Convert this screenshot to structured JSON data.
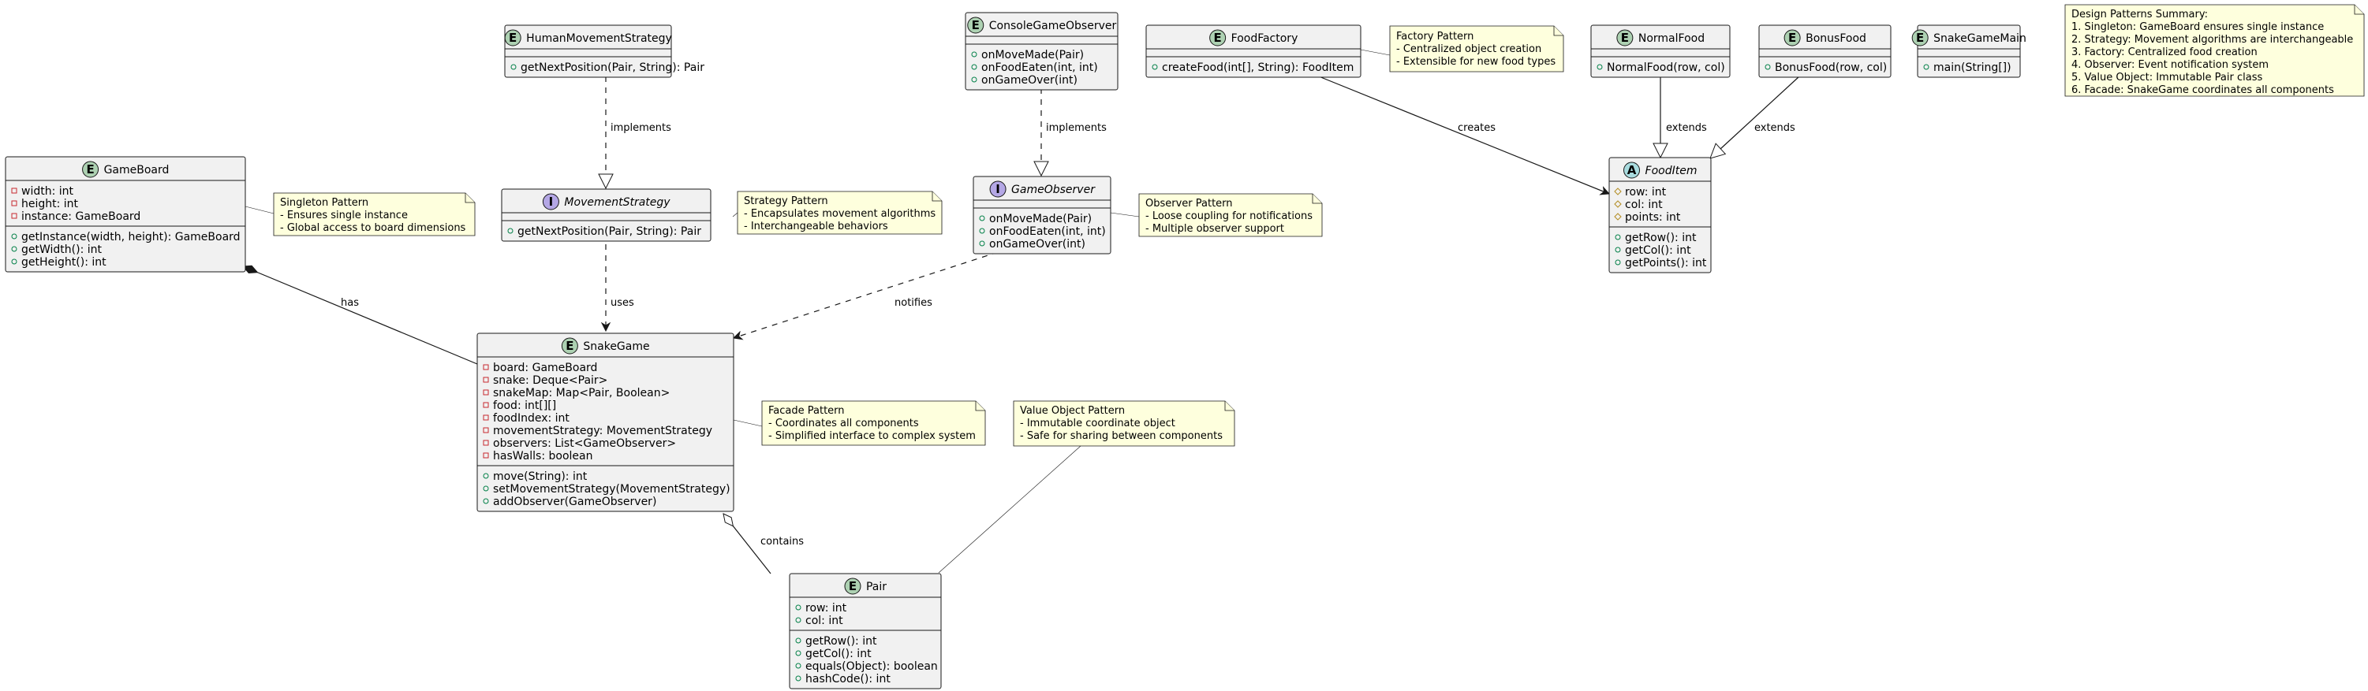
{
  "classes": {
    "human_movement_strategy": {
      "name": "HumanMovementStrategy",
      "stereotype": "E",
      "italic": false,
      "fields": [],
      "methods": [
        {
          "vis": "+",
          "text": "getNextPosition(Pair, String): Pair"
        }
      ]
    },
    "console_game_observer": {
      "name": "ConsoleGameObserver",
      "stereotype": "E",
      "italic": false,
      "fields": [],
      "methods": [
        {
          "vis": "+",
          "text": "onMoveMade(Pair)"
        },
        {
          "vis": "+",
          "text": "onFoodEaten(int, int)"
        },
        {
          "vis": "+",
          "text": "onGameOver(int)"
        }
      ]
    },
    "food_factory": {
      "name": "FoodFactory",
      "stereotype": "E",
      "italic": false,
      "fields": [],
      "methods": [
        {
          "vis": "+",
          "text": "createFood(int[], String): FoodItem"
        }
      ]
    },
    "normal_food": {
      "name": "NormalFood",
      "stereotype": "E",
      "italic": false,
      "fields": [],
      "methods": [
        {
          "vis": "+",
          "text": "NormalFood(row, col)"
        }
      ]
    },
    "bonus_food": {
      "name": "BonusFood",
      "stereotype": "E",
      "italic": false,
      "fields": [],
      "methods": [
        {
          "vis": "+",
          "text": "BonusFood(row, col)"
        }
      ]
    },
    "snake_game_main": {
      "name": "SnakeGameMain",
      "stereotype": "E",
      "italic": false,
      "fields": [],
      "methods": [
        {
          "vis": "+",
          "text": "main(String[])"
        }
      ]
    },
    "game_board": {
      "name": "GameBoard",
      "stereotype": "E",
      "italic": false,
      "fields": [
        {
          "vis": "-",
          "text": "width: int"
        },
        {
          "vis": "-",
          "text": "height: int"
        },
        {
          "vis": "-",
          "text": "instance: GameBoard"
        }
      ],
      "methods": [
        {
          "vis": "+",
          "text": "getInstance(width, height): GameBoard"
        },
        {
          "vis": "+",
          "text": "getWidth(): int"
        },
        {
          "vis": "+",
          "text": "getHeight(): int"
        }
      ]
    },
    "movement_strategy": {
      "name": "MovementStrategy",
      "stereotype": "I",
      "italic": true,
      "fields": [],
      "methods": [
        {
          "vis": "+",
          "text": "getNextPosition(Pair, String): Pair"
        }
      ]
    },
    "game_observer": {
      "name": "GameObserver",
      "stereotype": "I",
      "italic": true,
      "fields": [],
      "methods": [
        {
          "vis": "+",
          "text": "onMoveMade(Pair)"
        },
        {
          "vis": "+",
          "text": "onFoodEaten(int, int)"
        },
        {
          "vis": "+",
          "text": "onGameOver(int)"
        }
      ]
    },
    "food_item": {
      "name": "FoodItem",
      "stereotype": "A",
      "italic": true,
      "fields": [
        {
          "vis": "#",
          "text": "row: int"
        },
        {
          "vis": "#",
          "text": "col: int"
        },
        {
          "vis": "#",
          "text": "points: int"
        }
      ],
      "methods": [
        {
          "vis": "+",
          "text": "getRow(): int"
        },
        {
          "vis": "+",
          "text": "getCol(): int"
        },
        {
          "vis": "+",
          "text": "getPoints(): int"
        }
      ]
    },
    "snake_game": {
      "name": "SnakeGame",
      "stereotype": "E",
      "italic": false,
      "fields": [
        {
          "vis": "-",
          "text": "board: GameBoard"
        },
        {
          "vis": "-",
          "text": "snake: Deque<Pair>"
        },
        {
          "vis": "-",
          "text": "snakeMap: Map<Pair, Boolean>"
        },
        {
          "vis": "-",
          "text": "food: int[][]"
        },
        {
          "vis": "-",
          "text": "foodIndex: int"
        },
        {
          "vis": "-",
          "text": "movementStrategy: MovementStrategy"
        },
        {
          "vis": "-",
          "text": "observers: List<GameObserver>"
        },
        {
          "vis": "-",
          "text": "hasWalls: boolean"
        }
      ],
      "methods": [
        {
          "vis": "+",
          "text": "move(String): int"
        },
        {
          "vis": "+",
          "text": "setMovementStrategy(MovementStrategy)"
        },
        {
          "vis": "+",
          "text": "addObserver(GameObserver)"
        }
      ]
    },
    "pair": {
      "name": "Pair",
      "stereotype": "E",
      "italic": false,
      "fields": [
        {
          "vis": "+",
          "text": "row: int"
        },
        {
          "vis": "+",
          "text": "col: int"
        }
      ],
      "methods": [
        {
          "vis": "+",
          "text": "getRow(): int"
        },
        {
          "vis": "+",
          "text": "getCol(): int"
        },
        {
          "vis": "+",
          "text": "equals(Object): boolean"
        },
        {
          "vis": "+",
          "text": "hashCode(): int"
        }
      ]
    }
  },
  "notes": {
    "factory": [
      "Factory Pattern",
      "- Centralized object creation",
      "- Extensible for new food types"
    ],
    "summary": [
      "Design Patterns Summary:",
      "1. Singleton: GameBoard ensures single instance",
      "2. Strategy: Movement algorithms are interchangeable",
      "3. Factory: Centralized food creation",
      "4. Observer: Event notification system",
      "5. Value Object: Immutable Pair class",
      "6. Facade: SnakeGame coordinates all components"
    ],
    "singleton": [
      "Singleton Pattern",
      "- Ensures single instance",
      "- Global access to board dimensions"
    ],
    "strategy": [
      "Strategy Pattern",
      "- Encapsulates movement algorithms",
      "- Interchangeable behaviors"
    ],
    "observer": [
      "Observer Pattern",
      "- Loose coupling for notifications",
      "- Multiple observer support"
    ],
    "facade": [
      "Facade Pattern",
      "- Coordinates all components",
      "- Simplified interface to complex system"
    ],
    "value_object": [
      "Value Object Pattern",
      "- Immutable coordinate object",
      "- Safe for sharing between components"
    ]
  },
  "edge_labels": {
    "implements_strategy": "implements",
    "implements_observer": "implements",
    "creates": "creates",
    "extends_normal": "extends",
    "extends_bonus": "extends",
    "has": "has",
    "uses": "uses",
    "notifies": "notifies",
    "contains": "contains"
  },
  "colors": {
    "class_fill": "#f1f1f1",
    "note_fill": "#feffdd",
    "entity_badge": "#ADD1B2",
    "interface_badge": "#B4A7E5",
    "abstract_badge": "#A9DCDF",
    "private_visibility": "#C82930",
    "public_visibility": "#038048",
    "protected_visibility": "#B38D22"
  }
}
